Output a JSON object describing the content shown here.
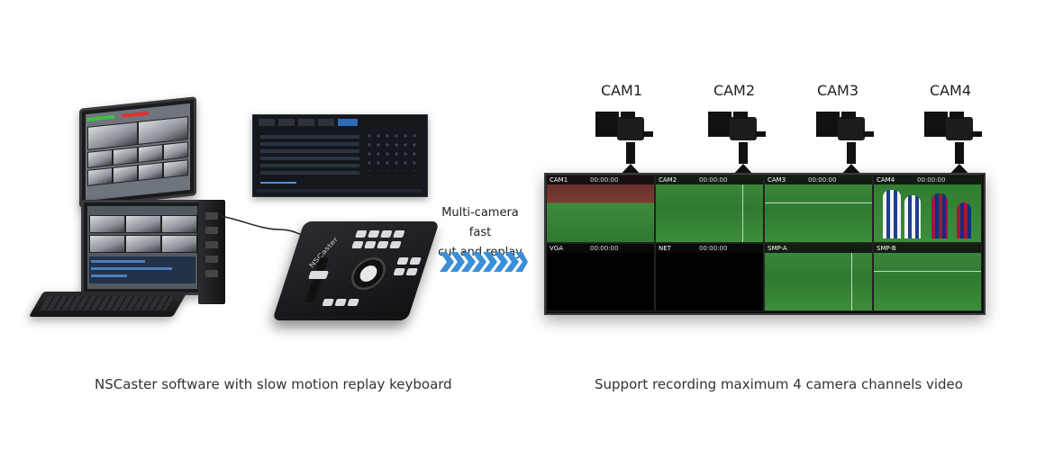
{
  "cameras": [
    {
      "label": "CAM1"
    },
    {
      "label": "CAM2"
    },
    {
      "label": "CAM3"
    },
    {
      "label": "CAM4"
    }
  ],
  "arrow": {
    "line1": "Multi-camera fast",
    "line2": "cut and replay"
  },
  "captions": {
    "left": "NSCaster software with slow motion replay keyboard",
    "right": "Support recording maximum 4 camera channels video"
  },
  "controller": {
    "brand": "NSCaster"
  },
  "multiview": {
    "cells": [
      {
        "label": "CAM1",
        "timecode": "00:00:00"
      },
      {
        "label": "CAM2",
        "timecode": "00:00:00"
      },
      {
        "label": "CAM3",
        "timecode": "00:00:00"
      },
      {
        "label": "CAM4",
        "timecode": "00:00:00"
      },
      {
        "label": "VGA",
        "timecode": "00:00:00"
      },
      {
        "label": "NET",
        "timecode": "00:00:00"
      },
      {
        "label": "SMP-A",
        "timecode": ""
      },
      {
        "label": "SMP-B",
        "timecode": ""
      }
    ]
  },
  "colors": {
    "arrow": "#3a8fd6",
    "pitch": "#2f7a30",
    "background": "#ffffff"
  }
}
